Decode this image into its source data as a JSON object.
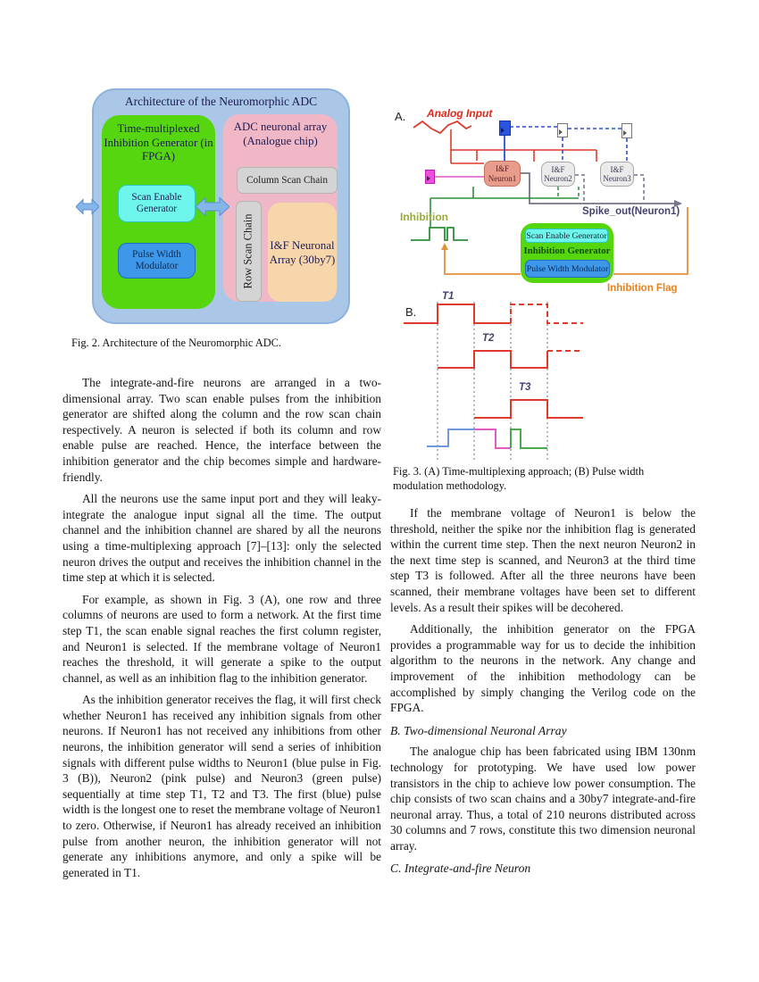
{
  "fig2": {
    "caption": "Fig. 2.  Architecture of the Neuromorphic ADC.",
    "title": "Architecture of the Neuromorphic ADC",
    "fpga_box": {
      "title": "Time-multiplexed Inhibition Generator (in FPGA)",
      "scan_enable": "Scan Enable Generator",
      "pwm": "Pulse  Width Modulator"
    },
    "chip_box": {
      "title": "ADC neuronal array (Analogue chip)",
      "column_scan": "Column Scan Chain",
      "row_scan": "Row Scan Chain",
      "if_array": "I&F Neuronal Array (30by7)"
    }
  },
  "fig3": {
    "caption_line1": "Fig. 3. (A) Time-multiplexing approach;  (B) Pulse width",
    "caption_line2": "modulation methodology.",
    "panel_a": {
      "label": "A.",
      "analog_input": "Analog Input",
      "neurons": [
        {
          "l1": "I&F",
          "l2": "Neuron1"
        },
        {
          "l1": "I&F",
          "l2": "Neuron2"
        },
        {
          "l1": "I&F",
          "l2": "Neuron3"
        }
      ],
      "inhibition": "Inhibition",
      "spike_out": "Spike_out(Neuron1)",
      "scan_enable": "Scan Enable Generator",
      "inhibition_generator": "Inhibition Generator",
      "pwm": "Pulse Width Modulator",
      "inhibition_flag": "Inhibition Flag"
    },
    "panel_b": {
      "label": "B.",
      "t1": "T1",
      "t2": "T2",
      "t3": "T3"
    }
  },
  "left_column": {
    "para1": "The integrate-and-fire neurons are arranged in a two-dimensional array. Two scan enable pulses from the inhibition generator are shifted along the column and the row scan chain respectively.  A neuron is selected if both its column and row enable pulse are reached. Hence, the interface between the inhibition generator and the chip becomes simple and hardware-friendly.",
    "para2": "All the neurons use the same input port and they will leaky-integrate the analogue input signal all the time. The output channel and the inhibition channel are shared by all the neurons using a time-multiplexing approach [7]–[13]: only the selected neuron drives the output and receives the inhibition channel in the time step at which it is selected.",
    "para3": "For example, as shown in Fig. 3 (A), one row and three columns of neurons are used to form a network. At the first time step T1, the scan enable signal reaches the first column register, and Neuron1 is selected. If the membrane voltage of Neuron1 reaches the threshold, it will generate a spike to the output channel, as well as an inhibition flag to the inhibition generator.",
    "para4": "As the inhibition generator receives the flag, it will first check whether Neuron1 has received any inhibition signals from other neurons. If Neuron1 has not received any inhibitions from other neurons, the inhibition generator will send a series of inhibition signals with different pulse widths to Neuron1 (blue pulse in Fig. 3 (B)), Neuron2 (pink pulse) and Neuron3 (green pulse) sequentially at time step T1, T2 and T3. The first (blue) pulse width is the longest one to reset the membrane voltage of Neuron1 to zero. Otherwise, if Neuron1 has already received an inhibition pulse from another neuron, the inhibition generator will not generate any inhibitions anymore, and only a spike will be generated in T1."
  },
  "right_column": {
    "para1": "If the membrane voltage of Neuron1 is below the threshold, neither the spike nor the inhibition flag is generated within the current time step. Then the next neuron Neuron2 in the next time step is scanned, and Neuron3 at the third time step T3 is followed. After all the three neurons have been scanned, their membrane voltages have been set to different levels. As a result their spikes will be decohered.",
    "para2": "Additionally, the inhibition generator on the FPGA provides a programmable way for us to decide the inhibition algorithm to the neurons in the network. Any change and improvement of the inhibition methodology can be accomplished by simply changing the Verilog code on the FPGA.",
    "heading_b": "B.  Two-dimensional Neuronal Array",
    "para3": "The analogue chip has been fabricated using IBM 130nm technology for prototyping. We have used low power transistors in the chip to achieve low power consumption. The chip consists of two scan chains and a 30by7 integrate-and-fire neuronal array. Thus, a total of 210 neurons distributed across 30 columns and 7 rows, constitute this two dimension neuronal array.",
    "heading_c": "C.  Integrate-and-fire Neuron"
  },
  "colors": {
    "fpga_green": "#56d60e",
    "chip_pink": "#f0b7c6",
    "scan_cyan": "#6ef6ec",
    "pwm_blue": "#3e97e8",
    "outer_blue": "#abc7e8",
    "signal_red": "#e03a2c",
    "inhibition_green": "#2f8f3a",
    "flag_orange": "#e2913b"
  }
}
